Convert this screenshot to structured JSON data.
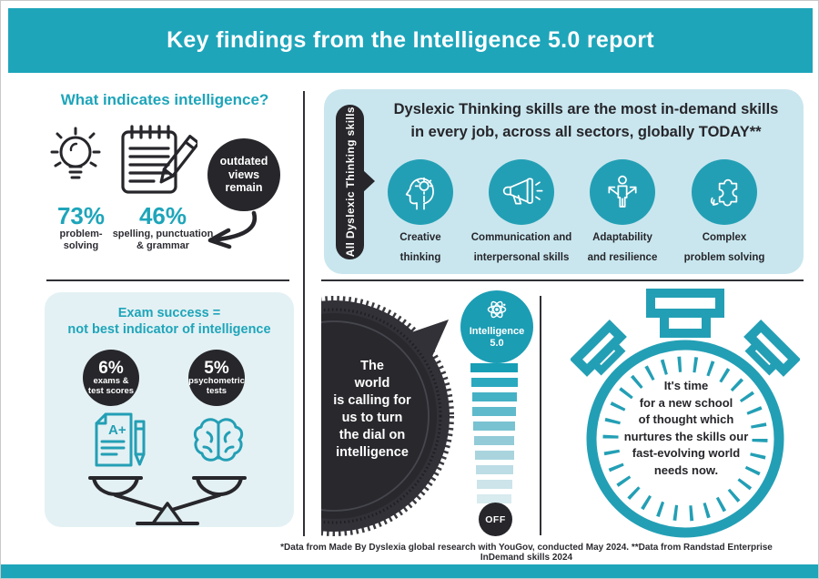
{
  "banner": {
    "title": "Key findings from the Intelligence 5.0 report"
  },
  "colors": {
    "teal": "#1ea5ba",
    "panel_light": "#c9e6ee",
    "panel_pale": "#e4f1f4",
    "dark": "#26262b"
  },
  "what_indicates": {
    "title": "What indicates intelligence?",
    "stats": [
      {
        "icon": "lightbulb-icon",
        "value": "73%",
        "label_lines": [
          "problem-",
          "solving"
        ]
      },
      {
        "icon": "notepad-pencil-icon",
        "value": "46%",
        "label_lines": [
          "spelling, punctuation",
          "& grammar"
        ]
      }
    ],
    "outdated_bubble_lines": [
      "outdated",
      "views",
      "remain"
    ]
  },
  "dyslexic_panel": {
    "tab_label": "All Dyslexic Thinking skills",
    "heading_lines": [
      "Dyslexic Thinking skills are the most in-demand skills",
      "in every job, across all sectors, globally TODAY**"
    ],
    "skills": [
      {
        "icon": "head-lightbulb-icon",
        "label_lines": [
          "Creative",
          "thinking"
        ]
      },
      {
        "icon": "megaphone-icon",
        "label_lines": [
          "Communication and",
          "interpersonal skills"
        ]
      },
      {
        "icon": "person-arrows-icon",
        "label_lines": [
          "Adaptability",
          "and resilience"
        ]
      },
      {
        "icon": "puzzle-icon",
        "label_lines": [
          "Complex",
          "problem solving"
        ]
      }
    ]
  },
  "exam_panel": {
    "title_lines": [
      "Exam success =",
      "not best indicator of intelligence"
    ],
    "bubbles": [
      {
        "value": "6%",
        "label_lines": [
          "exams &",
          "test scores"
        ]
      },
      {
        "value": "5%",
        "label_lines": [
          "psychometric",
          "tests"
        ]
      }
    ],
    "icons": [
      "exam-paper-icon",
      "brain-icon",
      "balance-scale-icon"
    ]
  },
  "dial": {
    "message_lines": [
      "The",
      "world",
      "is calling for",
      "us to turn",
      "the dial on",
      "intelligence"
    ],
    "knob_icon": "atom-icon",
    "knob_lines": [
      "Intelligence",
      "5.0"
    ],
    "off_label": "OFF",
    "bar_colors": [
      "#189fb6",
      "#2ba9bf",
      "#45b1c5",
      "#5fbacb",
      "#79c2d1",
      "#93cbd8",
      "#a9d4de",
      "#bcdde5",
      "#cce4ea",
      "#d8ebef"
    ]
  },
  "stopwatch": {
    "message_lines": [
      "It's time",
      "for a new school",
      "of thought which",
      "nurtures the skills our",
      "fast-evolving world",
      "needs now."
    ]
  },
  "footnote": "*Data from Made By Dyslexia global research with YouGov, conducted May 2024. **Data from Randstad Enterprise InDemand skills 2024"
}
